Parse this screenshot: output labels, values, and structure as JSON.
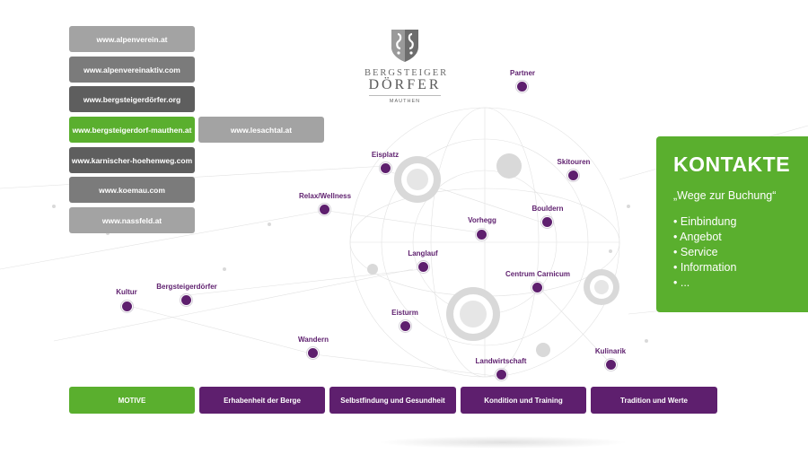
{
  "links": [
    {
      "label": "www.alpenverein.at",
      "tone": "light"
    },
    {
      "label": "www.alpenvereinaktiv.com",
      "tone": "mid"
    },
    {
      "label": "www.bergsteigerdörfer.org",
      "tone": "dark"
    },
    {
      "label": "www.bergsteigerdorf-mauthen.at",
      "tone": "green"
    },
    {
      "label": "www.karnischer-hoehenweg.com",
      "tone": "dark"
    },
    {
      "label": "www.koemau.com",
      "tone": "mid"
    },
    {
      "label": "www.nassfeld.at",
      "tone": "light"
    }
  ],
  "extra_link": {
    "label": "www.lesachtal.at"
  },
  "logo": {
    "line1": "BERGSTEIGER",
    "line2": "DÖRFER",
    "line3": "MAUTHEN"
  },
  "nodes": [
    {
      "label": "Partner"
    },
    {
      "label": "Eisplatz"
    },
    {
      "label": "Skitouren"
    },
    {
      "label": "Relax/Wellness"
    },
    {
      "label": "Bouldern"
    },
    {
      "label": "Vorhegg"
    },
    {
      "label": "Langlauf"
    },
    {
      "label": "Centrum Carnicum"
    },
    {
      "label": "Kultur"
    },
    {
      "label": "Bergsteigerdörfer"
    },
    {
      "label": "Eisturm"
    },
    {
      "label": "Wandern"
    },
    {
      "label": "Kulinarik"
    },
    {
      "label": "Landwirtschaft"
    }
  ],
  "kontakte": {
    "title": "KONTAKTE",
    "subtitle": "„Wege zur Buchung“",
    "items": [
      "Einbindung",
      "Angebot",
      "Service",
      "Information",
      "..."
    ]
  },
  "bottom": [
    {
      "label": "MOTIVE"
    },
    {
      "label": "Erhabenheit der Berge"
    },
    {
      "label": "Selbstfindung und Gesundheit"
    },
    {
      "label": "Kondition und Training"
    },
    {
      "label": "Tradition und Werte"
    }
  ],
  "colors": {
    "green": "#5aaf2e",
    "purple": "#5e1f6e",
    "gray_light": "#a3a3a3",
    "gray_mid": "#7b7b7b",
    "gray_dark": "#5e5e5e"
  }
}
